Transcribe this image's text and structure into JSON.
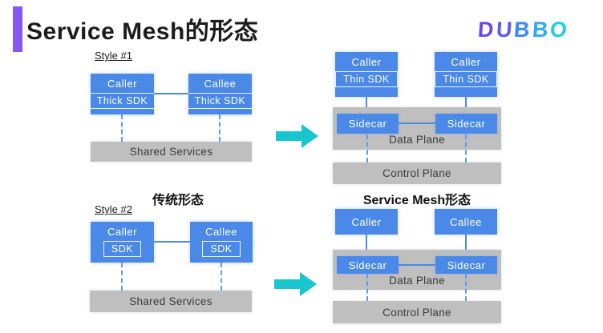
{
  "header": {
    "title": "Service Mesh的形态",
    "logo_letters": [
      "D",
      "U",
      "B",
      "B",
      "O"
    ]
  },
  "left_top": {
    "style_label": "Style #1",
    "caller": "Caller",
    "callee": "Callee",
    "caller_sdk": "Thick SDK",
    "callee_sdk": "Thick SDK",
    "shared_services": "Shared Services"
  },
  "left_bottom": {
    "heading": "传统形态",
    "style_label": "Style #2",
    "caller": "Caller",
    "callee": "Callee",
    "caller_sdk": "SDK",
    "callee_sdk": "SDK",
    "shared_services": "Shared Services"
  },
  "right_top": {
    "caller_left": "Caller",
    "caller_right": "Caller",
    "sdk_left": "Thin SDK",
    "sdk_right": "Thin SDK",
    "sidecar_left": "Sidecar",
    "sidecar_right": "Sidecar",
    "data_plane": "Data Plane",
    "control_plane": "Control Plane"
  },
  "right_bottom": {
    "heading": "Service Mesh形态",
    "caller": "Caller",
    "callee": "Callee",
    "sidecar_left": "Sidecar",
    "sidecar_right": "Sidecar",
    "data_plane": "Data Plane",
    "control_plane": "Control Plane"
  },
  "colors": {
    "box_blue": "#4A89E8",
    "band_gray": "#BFBFBF",
    "arrow_cyan": "#19C6CF",
    "accent_purple": "#8357F2",
    "logo_gradient": [
      "#6D44EE",
      "#5E5BF3",
      "#3D87F5",
      "#2FA9F2",
      "#1FCEDF"
    ]
  }
}
